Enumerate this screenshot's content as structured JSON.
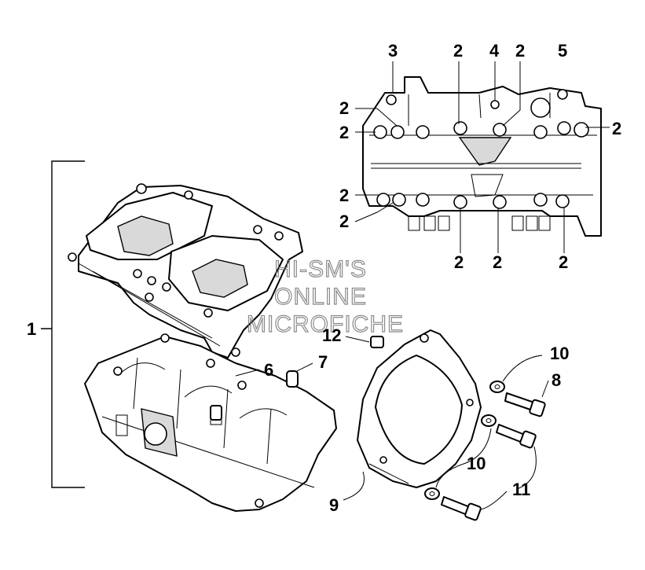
{
  "watermark": {
    "line1": "HI-SM'S",
    "line2": "ONLINE",
    "line3": "MICROFICHE"
  },
  "callouts": {
    "c1": "1",
    "c2": "2",
    "c3": "3",
    "c4": "4",
    "c5": "5",
    "c6": "6",
    "c7": "7",
    "c8": "8",
    "c9": "9",
    "c10": "10",
    "c11": "11",
    "c12": "12"
  }
}
